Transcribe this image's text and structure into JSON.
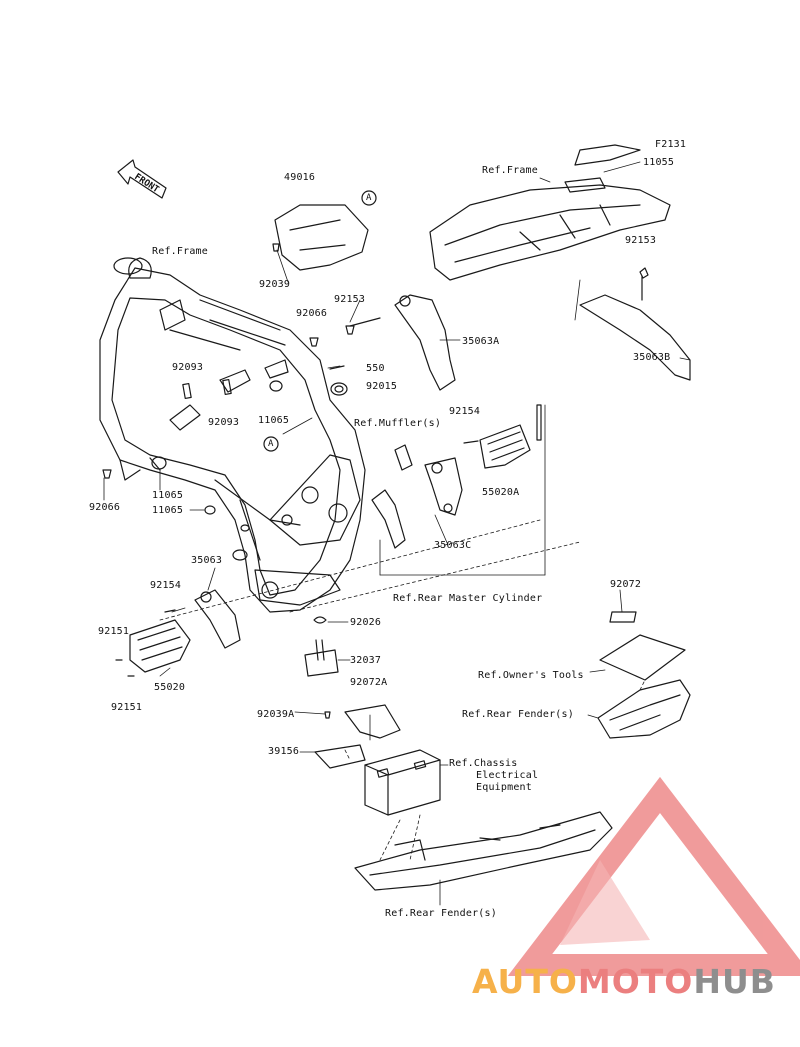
{
  "diagram_code": "F2131",
  "front_label": "FRONT",
  "callout_a": "A",
  "labels": {
    "ref_frame_top": "Ref.Frame",
    "ref_frame_left": "Ref.Frame",
    "ref_muffler": "Ref.Muffler(s)",
    "ref_rear_master_cylinder": "Ref.Rear Master Cylinder",
    "ref_owners_tools": "Ref.Owner's Tools",
    "ref_rear_fender_right": "Ref.Rear Fender(s)",
    "ref_chassis_line1": "Ref.Chassis",
    "ref_chassis_line2": "Electrical",
    "ref_chassis_line3": "Equipment",
    "ref_rear_fender_bottom": "Ref.Rear Fender(s)"
  },
  "parts": {
    "p11055": "11055",
    "p49016": "49016",
    "p92039": "92039",
    "p92153_mid": "92153",
    "p92153_right": "92153",
    "p92066_top": "92066",
    "p550": "550",
    "p92015": "92015",
    "p92093_a": "92093",
    "p92093_b": "92093",
    "p11065_a": "11065",
    "p11065_b": "11065",
    "p11065_c": "11065",
    "p92066_left": "92066",
    "p35063A": "35063A",
    "p35063B": "35063B",
    "p92154_right": "92154",
    "p55020A": "55020A",
    "p35063C": "35063C",
    "p35063": "35063",
    "p92154_left": "92154",
    "p92151_a": "92151",
    "p92151_b": "92151",
    "p55020": "55020",
    "p92026": "92026",
    "p32037": "32037",
    "p92072": "92072",
    "p92072A": "92072A",
    "p92039A": "92039A",
    "p39156": "39156"
  },
  "watermark": {
    "part1": "AUTO",
    "part2": "MOTO",
    "part3": "HUB",
    "colors": {
      "auto": "#f6b14a",
      "moto": "#eb7f7f",
      "hub": "#8e8e8e",
      "triangle": "#ee8a8a"
    }
  }
}
